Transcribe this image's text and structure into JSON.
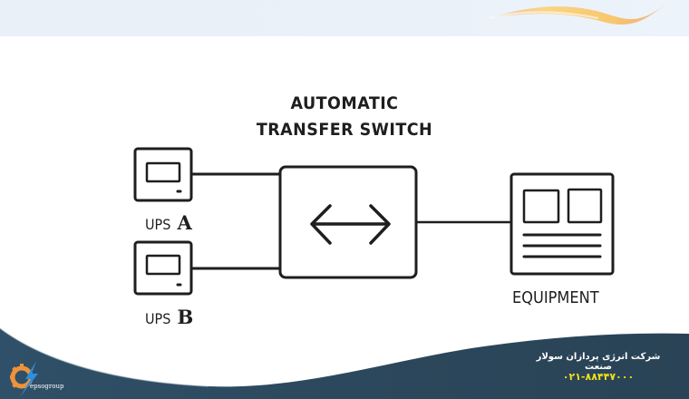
{
  "diagram": {
    "title_line1": "AUTOMATIC",
    "title_line2": "TRANSFER SWITCH",
    "nodes": [
      {
        "id": "ups-a",
        "label_word": "UPS",
        "label_letter": "A",
        "icon": "ups-icon"
      },
      {
        "id": "ups-b",
        "label_word": "UPS",
        "label_letter": "B",
        "icon": "ups-icon"
      },
      {
        "id": "ats",
        "label": "AUTOMATIC TRANSFER SWITCH",
        "icon": "bidirectional-arrow-icon"
      },
      {
        "id": "equipment",
        "label": "EQUIPMENT",
        "icon": "equipment-icon"
      }
    ],
    "edges": [
      {
        "from": "ups-a",
        "to": "ats"
      },
      {
        "from": "ups-b",
        "to": "ats"
      },
      {
        "from": "ats",
        "to": "equipment"
      }
    ],
    "equipment_label": "EQUIPMENT"
  },
  "footer": {
    "company_name": "شرکت انرژی پردازان سولار صنعت",
    "phone": "۰۲۱-۸۸۴۴۷۰۰۰",
    "logo_text": "epsogroup",
    "colors": {
      "wave": "#2c4a5e",
      "phone": "#f2e01a",
      "logo_gear": "#f0923a",
      "logo_bolt": "#2a8fe0"
    }
  },
  "header": {
    "colors": {
      "band": "#eaf1f9",
      "swoosh": "#f7c76a"
    }
  }
}
